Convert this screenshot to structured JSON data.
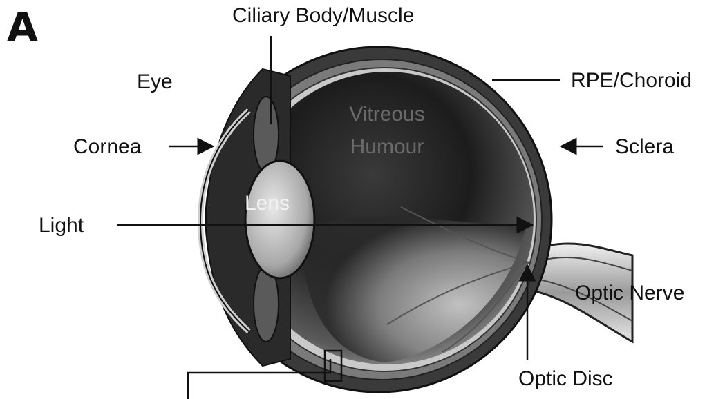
{
  "panel_label": "A",
  "labels": {
    "ciliary": "Ciliary Body/Muscle",
    "eye": "Eye",
    "rpe": "RPE/Choroid",
    "cornea": "Cornea",
    "sclera": "Sclera",
    "light": "Light",
    "lens": "Lens",
    "optic_nerve": "Optic Nerve",
    "optic_disc": "Optic Disc",
    "vitreous_1": "Vitreous",
    "vitreous_2": "Humour"
  },
  "colors": {
    "ink": "#111111",
    "background": "#ffffff"
  }
}
